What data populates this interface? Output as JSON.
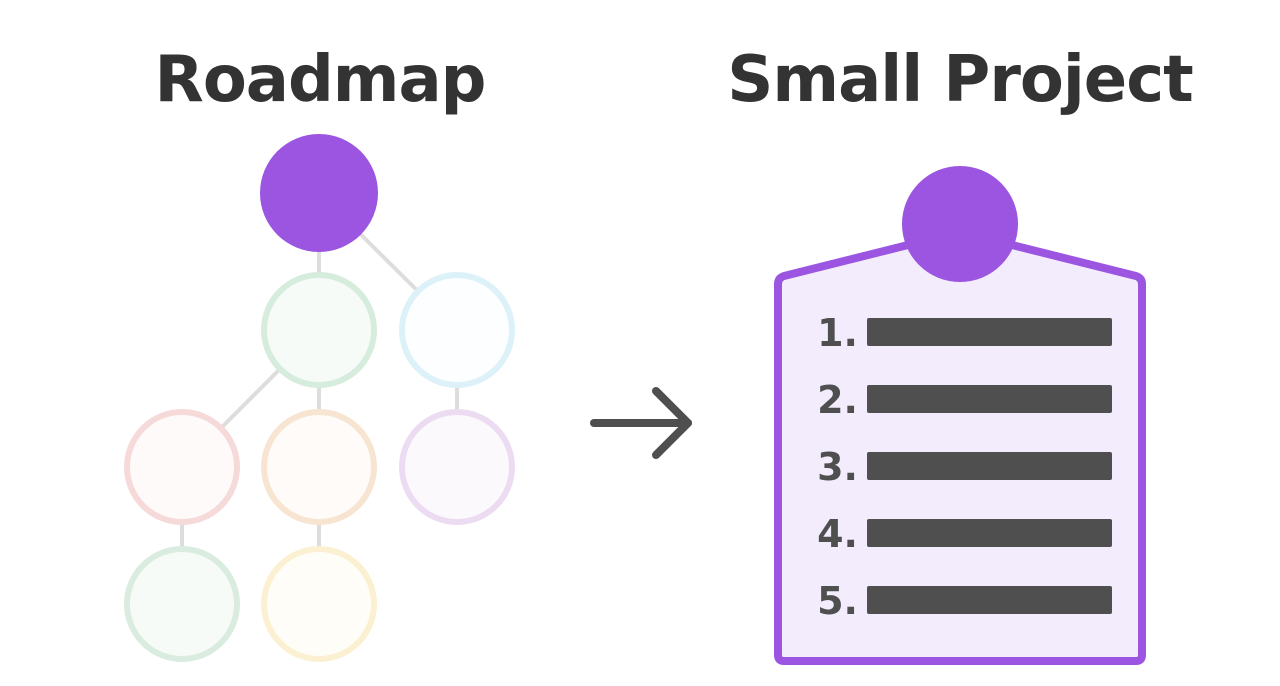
{
  "colors": {
    "accent": "#9b55e0",
    "text": "#333333",
    "connector": "#dddddd",
    "arrow": "#4f4f4f",
    "clipboard_fill": "#f3ecfc",
    "list_bar": "#4f4f4f"
  },
  "roadmap": {
    "title": "Roadmap",
    "nodes": [
      {
        "id": "root",
        "level": 0,
        "col": 1,
        "stroke": "#9b55e0",
        "fill": "#9b55e0"
      },
      {
        "id": "a",
        "level": 1,
        "col": 1,
        "stroke": "#d6ecdd",
        "fill": "#f7fbf8"
      },
      {
        "id": "b",
        "level": 1,
        "col": 2,
        "stroke": "#dcf1f8",
        "fill": "#fcfeff"
      },
      {
        "id": "a1",
        "level": 2,
        "col": 0,
        "stroke": "#f6d9d9",
        "fill": "#fefafa"
      },
      {
        "id": "a2",
        "level": 2,
        "col": 1,
        "stroke": "#f7e5d2",
        "fill": "#fefbf8"
      },
      {
        "id": "b1",
        "level": 2,
        "col": 2,
        "stroke": "#ecdcf2",
        "fill": "#fcf9fd"
      },
      {
        "id": "a1x",
        "level": 3,
        "col": 0,
        "stroke": "#d9ecdf",
        "fill": "#f7fbf8"
      },
      {
        "id": "a2x",
        "level": 3,
        "col": 1,
        "stroke": "#fbf1d2",
        "fill": "#fffdf8"
      }
    ],
    "edges": [
      [
        "root",
        "a"
      ],
      [
        "root",
        "b"
      ],
      [
        "a",
        "a1"
      ],
      [
        "a",
        "a2"
      ],
      [
        "b",
        "b1"
      ],
      [
        "a1",
        "a1x"
      ],
      [
        "a2",
        "a2x"
      ]
    ]
  },
  "project": {
    "title": "Small Project",
    "items": [
      "1.",
      "2.",
      "3.",
      "4.",
      "5."
    ]
  }
}
